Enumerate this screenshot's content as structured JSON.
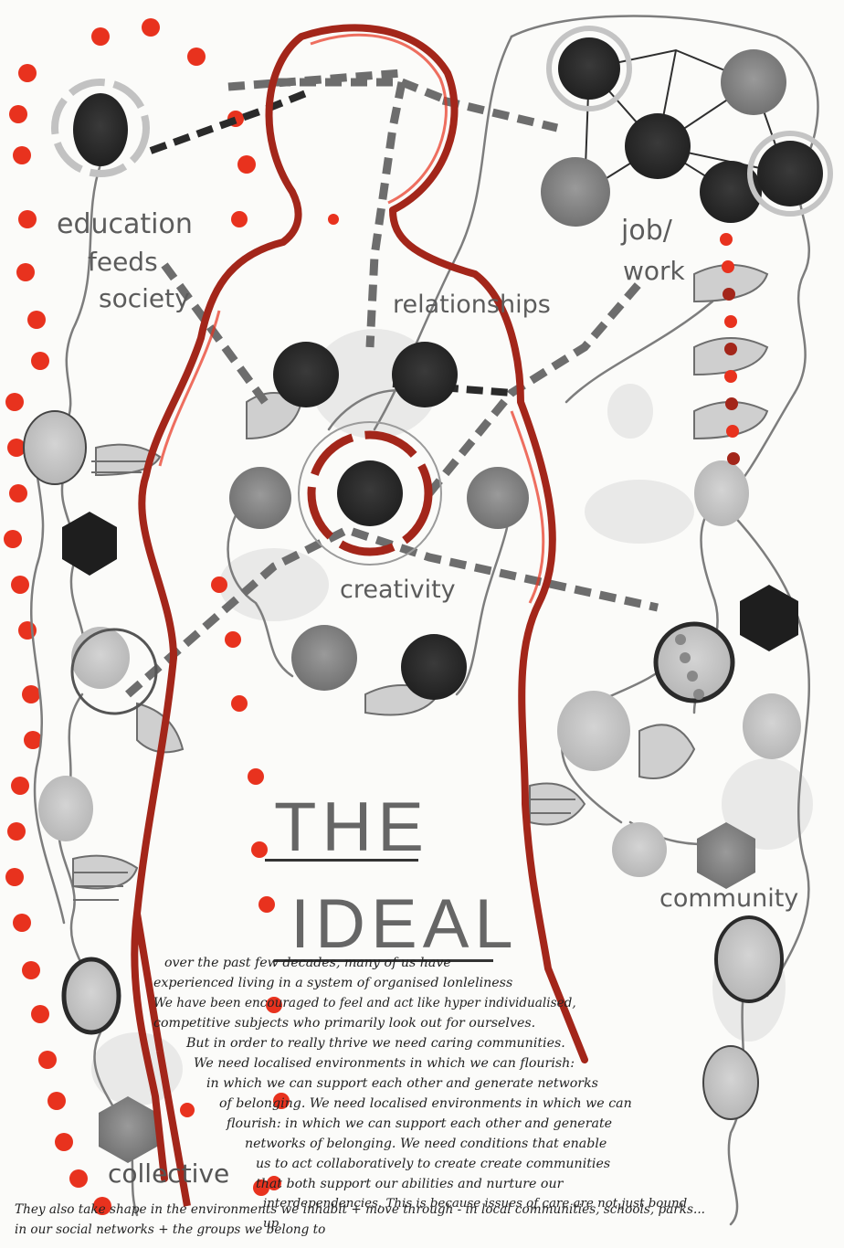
{
  "labels": {
    "education": "education",
    "feeds": "feeds",
    "society": "society",
    "relationships": "relationships",
    "job": "job/",
    "work": "work",
    "creativity": "creativity",
    "community": "community",
    "collective": "collective"
  },
  "title": {
    "line1": "THE",
    "line2": "IDEAL"
  },
  "text_lines": [
    "over the past few decades, many of us have",
    "experienced living in a system of organised lonleliness",
    "We have been encouraged to feel and act like hyper individualised,",
    "competitive subjects who primarily look out for ourselves.",
    "But in order to really thrive we need caring communities.",
    "We need localised environments in which we can flourish:",
    "in which we can support each other and generate networks",
    "of belonging. We need localised environments in which we can",
    "flourish: in which we can support each other and generate",
    "networks of belonging. We need conditions that enable",
    "us to act collaboratively to create create communities",
    "that both support our abilities and nurture our",
    "interdependencies. This is because issues of care are not just bound up"
  ],
  "footer_lines": [
    "They also take shape in the environments we inhabit + move through - in local communities, schools, parks...",
    "in our social networks + the groups we belong to"
  ],
  "colors": {
    "red": "#e8321e",
    "dark_red": "#a3261a",
    "ink": "#2b2b2b",
    "grey": "#8a8a8a"
  }
}
